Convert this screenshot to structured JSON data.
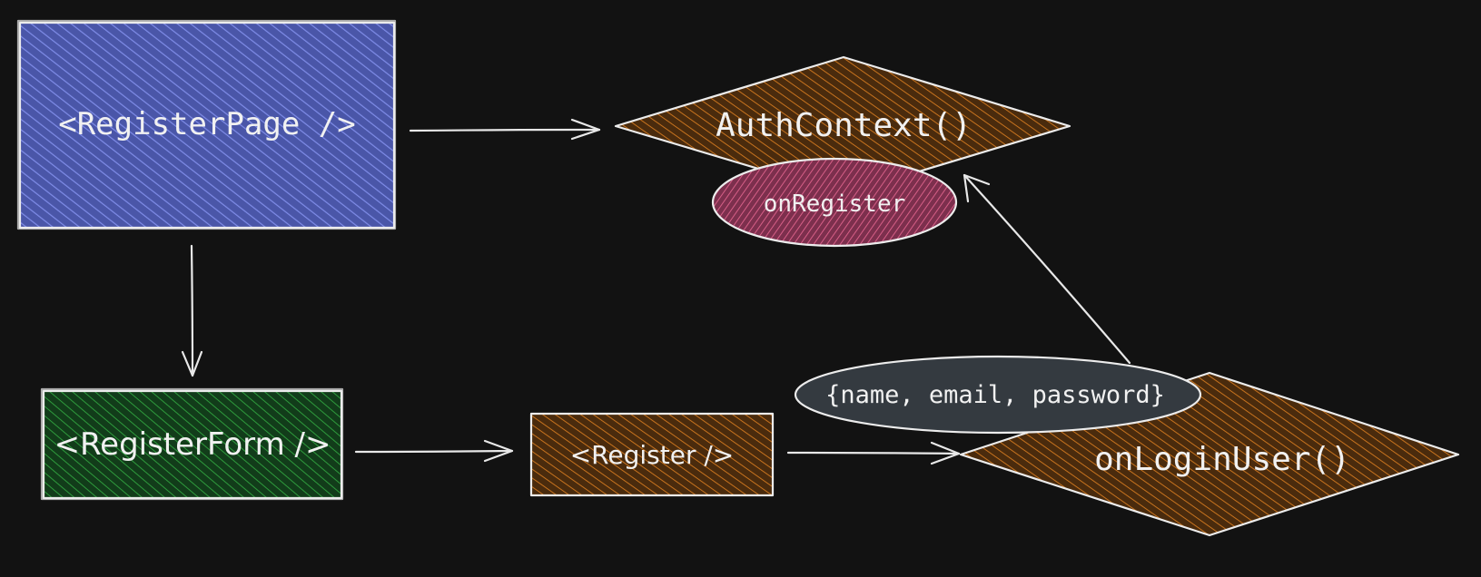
{
  "nodes": {
    "register_page": {
      "label": "<RegisterPage />",
      "color": "#4a56a8",
      "hatch": "#7f8ce8"
    },
    "auth_context": {
      "label": "AuthContext()",
      "color": "#5a3410",
      "hatch": "#c7731e"
    },
    "on_register": {
      "label": "onRegister",
      "color": "#7c2f4d",
      "hatch": "#e0648d"
    },
    "register_form": {
      "label": "<RegisterForm />",
      "color": "#15461f",
      "hatch": "#2e9a3c"
    },
    "register": {
      "label": "<Register />",
      "color": "#5a3410",
      "hatch": "#d0731e"
    },
    "payload": {
      "label": "{name, email, password}",
      "color": "#343a40",
      "hatch": "#343a40"
    },
    "on_login_user": {
      "label": "onLoginUser()",
      "color": "#5a3410",
      "hatch": "#c7731e"
    }
  },
  "edges": [
    {
      "from": "register_page",
      "to": "auth_context"
    },
    {
      "from": "register_page",
      "to": "register_form"
    },
    {
      "from": "register_form",
      "to": "register"
    },
    {
      "from": "register",
      "to": "on_login_user"
    },
    {
      "from": "payload",
      "to": "auth_context"
    }
  ]
}
